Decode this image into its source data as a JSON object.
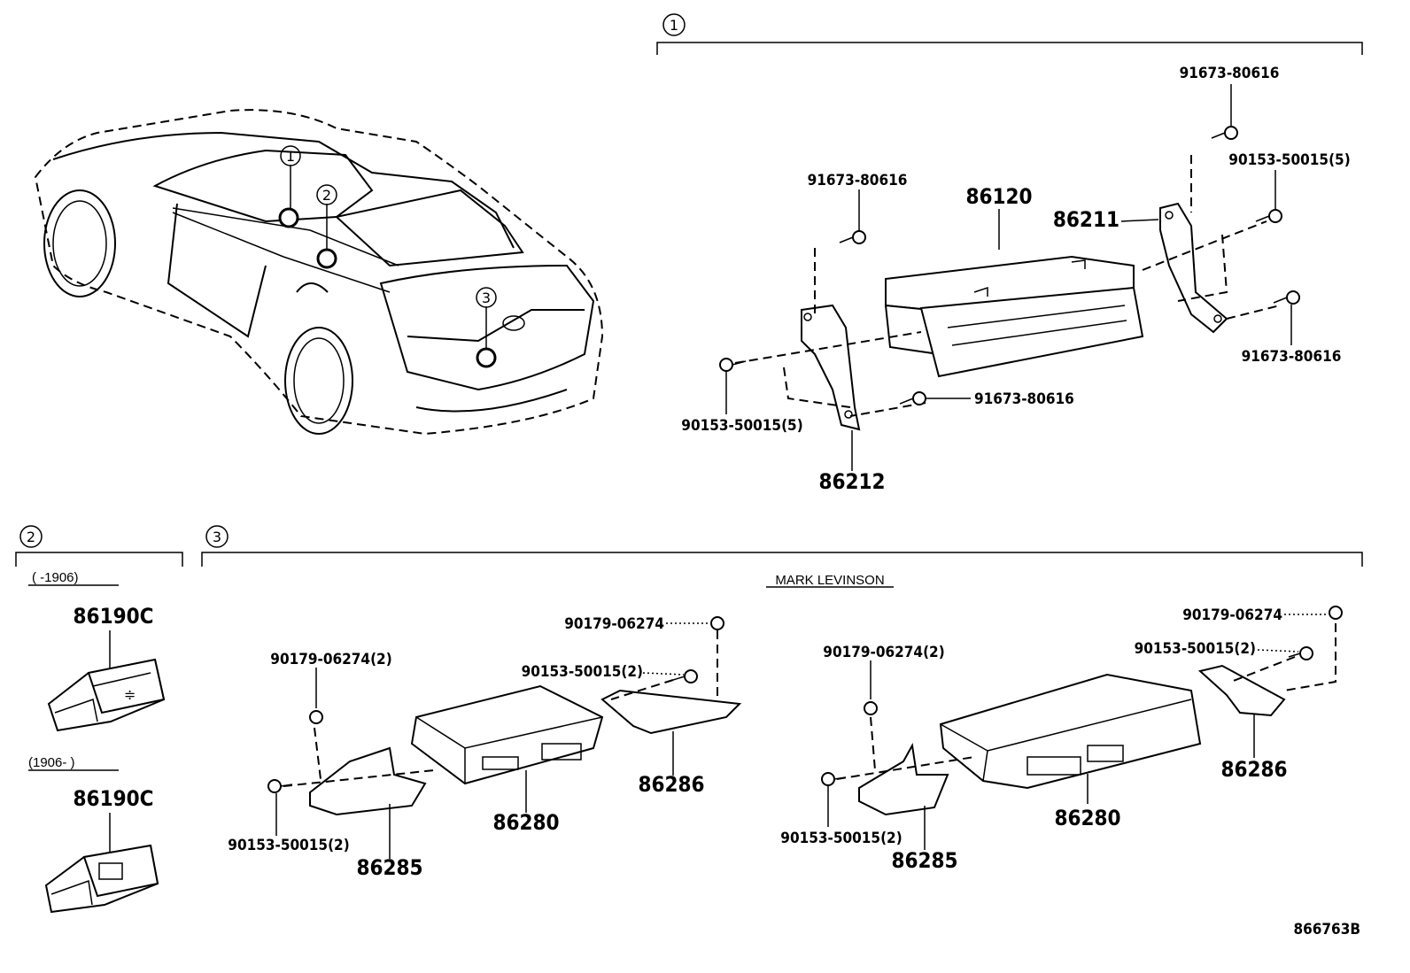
{
  "section_markers": {
    "m1": "1",
    "m2": "2",
    "m3": "3"
  },
  "car_callouts": [
    "1",
    "2",
    "3"
  ],
  "section1": {
    "parts": {
      "top_bolt": "91673-80616",
      "left_upper_bolt": "91673-80616",
      "unit": "86120",
      "right_bracket": "86211",
      "right_screw": "90153-50015(5)",
      "right_lower_bolt": "91673-80616",
      "left_lower_bolt": "91673-80616",
      "left_screw": "90153-50015(5)",
      "left_bracket": "86212"
    }
  },
  "section2": {
    "range_a": "(      -1906)",
    "part_a": "86190C",
    "range_b": "(1906-        )",
    "part_b": "86190C"
  },
  "section3": {
    "title": "MARK LEVINSON",
    "left": {
      "nut_top": "90179-06274",
      "screw_top": "90153-50015(2)",
      "nut_left": "90179-06274(2)",
      "bracket_right": "86286",
      "amp": "86280",
      "screw_left": "90153-50015(2)",
      "bracket_left": "86285"
    },
    "right": {
      "nut_top": "90179-06274",
      "screw_top": "90153-50015(2)",
      "nut_left": "90179-06274(2)",
      "bracket_right": "86286",
      "amp": "86280",
      "screw_left": "90153-50015(2)",
      "bracket_left": "86285"
    }
  },
  "illustration_code": "866763B"
}
